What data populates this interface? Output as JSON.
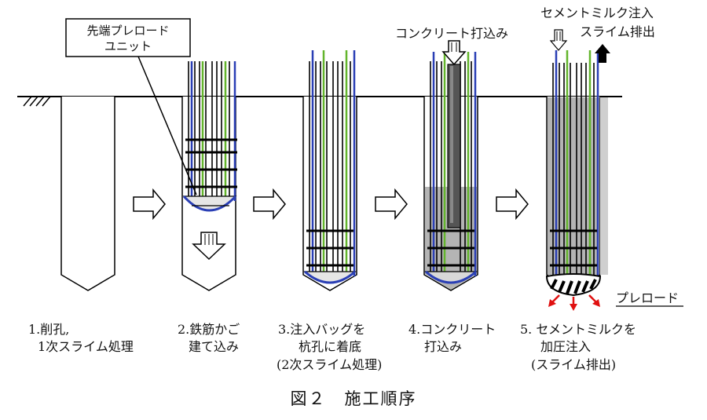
{
  "callouts": {
    "tip_unit": [
      "先端プレロード",
      "ユニット"
    ],
    "concrete_top": "コンクリート打込み",
    "cement_top": "セメントミルク注入",
    "slime_top": "スライム排出",
    "preload": "プレロード"
  },
  "steps": [
    {
      "lines": [
        "1.削孔,",
        "1次スライム処理"
      ]
    },
    {
      "lines": [
        "2.鉄筋かご",
        "建て込み"
      ]
    },
    {
      "lines": [
        "3.注入バッグを",
        "杭孔に着底",
        "(2次スライム処理)"
      ]
    },
    {
      "lines": [
        "4.コンクリート",
        "打込み"
      ]
    },
    {
      "lines": [
        "5. セメントミルクを",
        "加圧注入",
        "(スライム排出)"
      ]
    }
  ],
  "caption": "図２　施工順序",
  "colors": {
    "blue_bar": "#2a3fb5",
    "green_bar": "#63b52c",
    "concrete": "#b4b4b4",
    "red_arrow": "#e01010"
  }
}
